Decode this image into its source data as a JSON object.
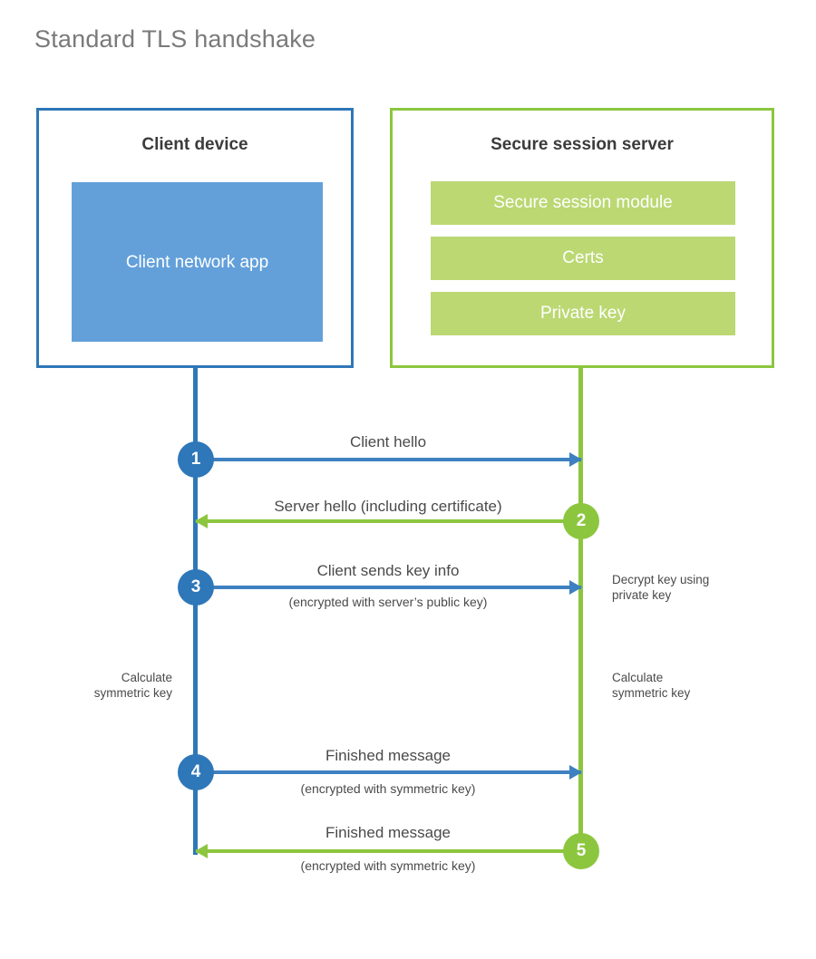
{
  "title": "Standard TLS handshake",
  "client": {
    "box_title": "Client device",
    "app_label": "Client network app",
    "border_color": "#2e77b8",
    "app_color": "#63a0da"
  },
  "server": {
    "box_title": "Secure session server",
    "border_color": "#8cc63f",
    "bar_color": "#bbd873",
    "components": [
      "Secure session module",
      "Certs",
      "Private key"
    ]
  },
  "steps": [
    {
      "number": "1",
      "label": "Client hello",
      "sub": "",
      "direction": "client-to-server",
      "color": "#2e77b8"
    },
    {
      "number": "2",
      "label": "Server hello (including certificate)",
      "sub": "",
      "direction": "server-to-client",
      "color": "#8cc63f"
    },
    {
      "number": "3",
      "label": "Client sends key info",
      "sub": "(encrypted with server’s public key)",
      "direction": "client-to-server",
      "color": "#2e77b8"
    },
    {
      "number": "4",
      "label": "Finished message",
      "sub": "(encrypted with symmetric key)",
      "direction": "client-to-server",
      "color": "#2e77b8"
    },
    {
      "number": "5",
      "label": "Finished message",
      "sub": "(encrypted with symmetric key)",
      "direction": "server-to-client",
      "color": "#8cc63f"
    }
  ],
  "notes": {
    "server_decrypt": "Decrypt key using\nprivate key",
    "server_decrypt_line1": "Decrypt key using",
    "server_decrypt_line2": "private key",
    "client_calculate_line1": "Calculate",
    "client_calculate_line2": "symmetric key",
    "server_calculate_line1": "Calculate",
    "server_calculate_line2": "symmetric key"
  }
}
